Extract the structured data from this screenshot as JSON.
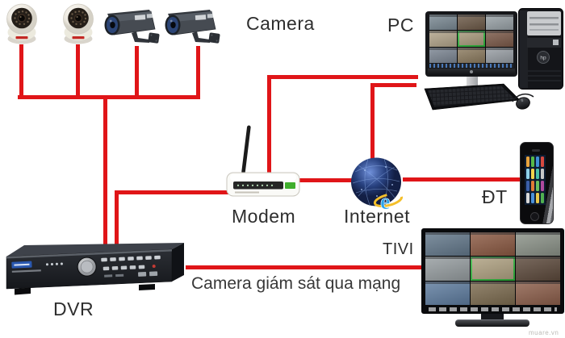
{
  "labels": {
    "camera": "Camera",
    "pc": "PC",
    "modem": "Modem",
    "internet": "Internet",
    "phone": "ĐT",
    "tv": "TIVI",
    "dvr": "DVR",
    "caption": "Camera giám sát qua mạng",
    "watermark": "muare.vn"
  },
  "colors": {
    "line": "#e01518",
    "highlight": "#2fb93c"
  },
  "pc_screen": {
    "cells": [
      "#7b8a94",
      "#6e5b49",
      "#9aa3a8",
      "#b3a58b",
      "#a99b7d",
      "#7c5a49",
      "#7d8794",
      "#8d7c60",
      "#9aa0a6"
    ],
    "highlight_index": 4
  },
  "tv_screen": {
    "cells": [
      "#64798c",
      "#8c5a43",
      "#8c9389",
      "#979ea1",
      "#b0a282",
      "#5d4a3c",
      "#5f7da0",
      "#7d6c50",
      "#8d5f4b"
    ],
    "highlight_index": 4
  },
  "phone_screen": {
    "cells": [
      "#e8a33d",
      "#57b947",
      "#3f8fd6",
      "#d6493f",
      "#8ed0e8",
      "#f2d24b",
      "#4ac0a8",
      "#c8c8c8",
      "#3b5fa8",
      "#e07b35",
      "#6abf5e",
      "#b04a9e",
      "#d8d8d8",
      "#4a90d9",
      "#e8c84a",
      "#50b050"
    ]
  }
}
